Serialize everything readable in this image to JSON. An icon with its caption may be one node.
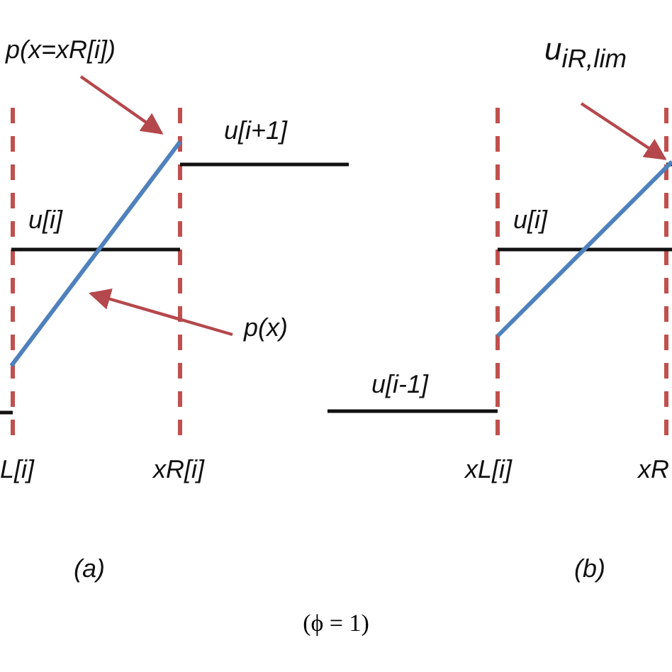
{
  "diagram": {
    "caption": "(ϕ = 1)",
    "nodes": [
      {
        "text": [
          "p(x=xR[i])"
        ]
      },
      {
        "text": [
          "p(x)"
        ]
      },
      {
        "text": [
          "u$_{iR,lim}$"
        ]
      }
    ],
    "edges": [
      {
        "from": 0,
        "to": null,
        "arrow": "to"
      },
      {
        "from": 1,
        "to": null,
        "arrow": "to"
      },
      {
        "from": 2,
        "to": null,
        "arrow": "to"
      }
    ],
    "labels": [
      "u[i+1]",
      "u[i]",
      "L[i]",
      "xR[i]",
      "(a)",
      "u[i]",
      "u[i-1]",
      "xL[i]",
      "xR",
      "(b)"
    ]
  }
}
